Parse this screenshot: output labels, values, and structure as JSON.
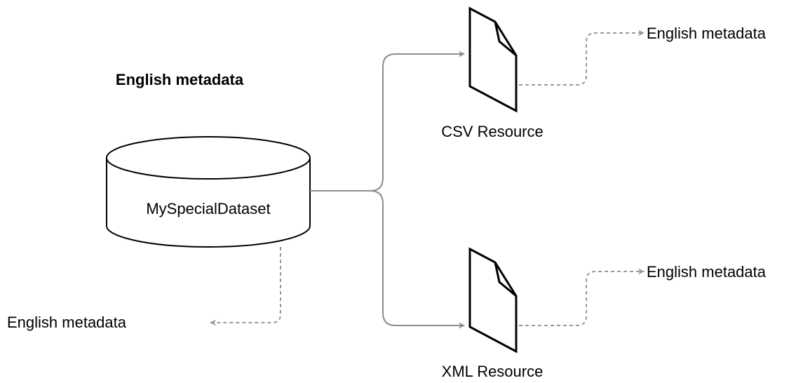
{
  "diagram": {
    "heading": "English metadata",
    "dataset": {
      "label": "MySpecialDataset",
      "metadata": "English metadata"
    },
    "resources": [
      {
        "label": "CSV Resource",
        "metadata": "English metadata"
      },
      {
        "label": "XML Resource",
        "metadata": "English metadata"
      }
    ]
  },
  "colors": {
    "stroke": "#000000",
    "connector": "#8c8c8c",
    "dashed": "#999999",
    "text": "#000000"
  },
  "icons": {
    "dataset": "database-cylinder-icon",
    "resource": "document-page-icon"
  }
}
